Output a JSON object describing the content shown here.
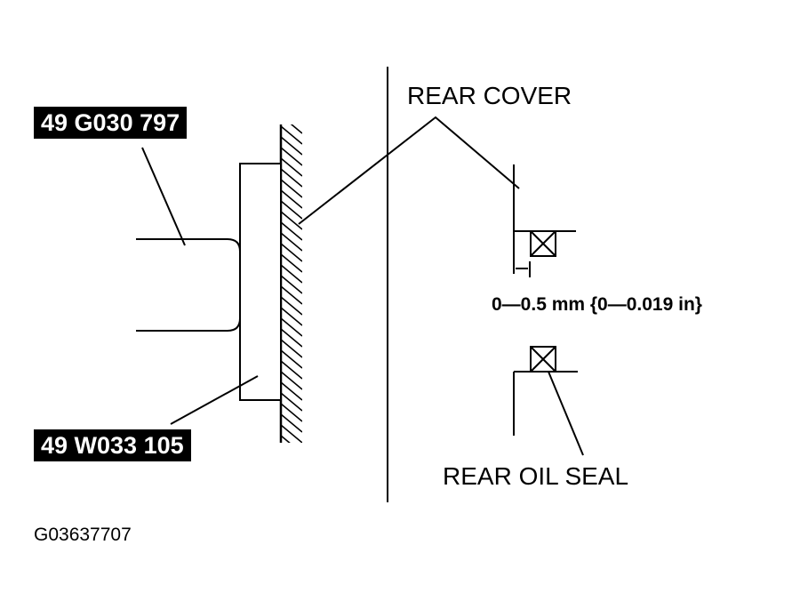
{
  "tools": {
    "upper_tool_number": "49 G030 797",
    "lower_tool_number": "49 W033 105"
  },
  "labels": {
    "rear_cover": "REAR COVER",
    "rear_oil_seal": "REAR OIL SEAL",
    "clearance_spec": "0—0.5 mm {0—0.019 in}"
  },
  "figure_id": "G03637707",
  "colors": {
    "ink": "#000000",
    "paper": "#ffffff"
  }
}
